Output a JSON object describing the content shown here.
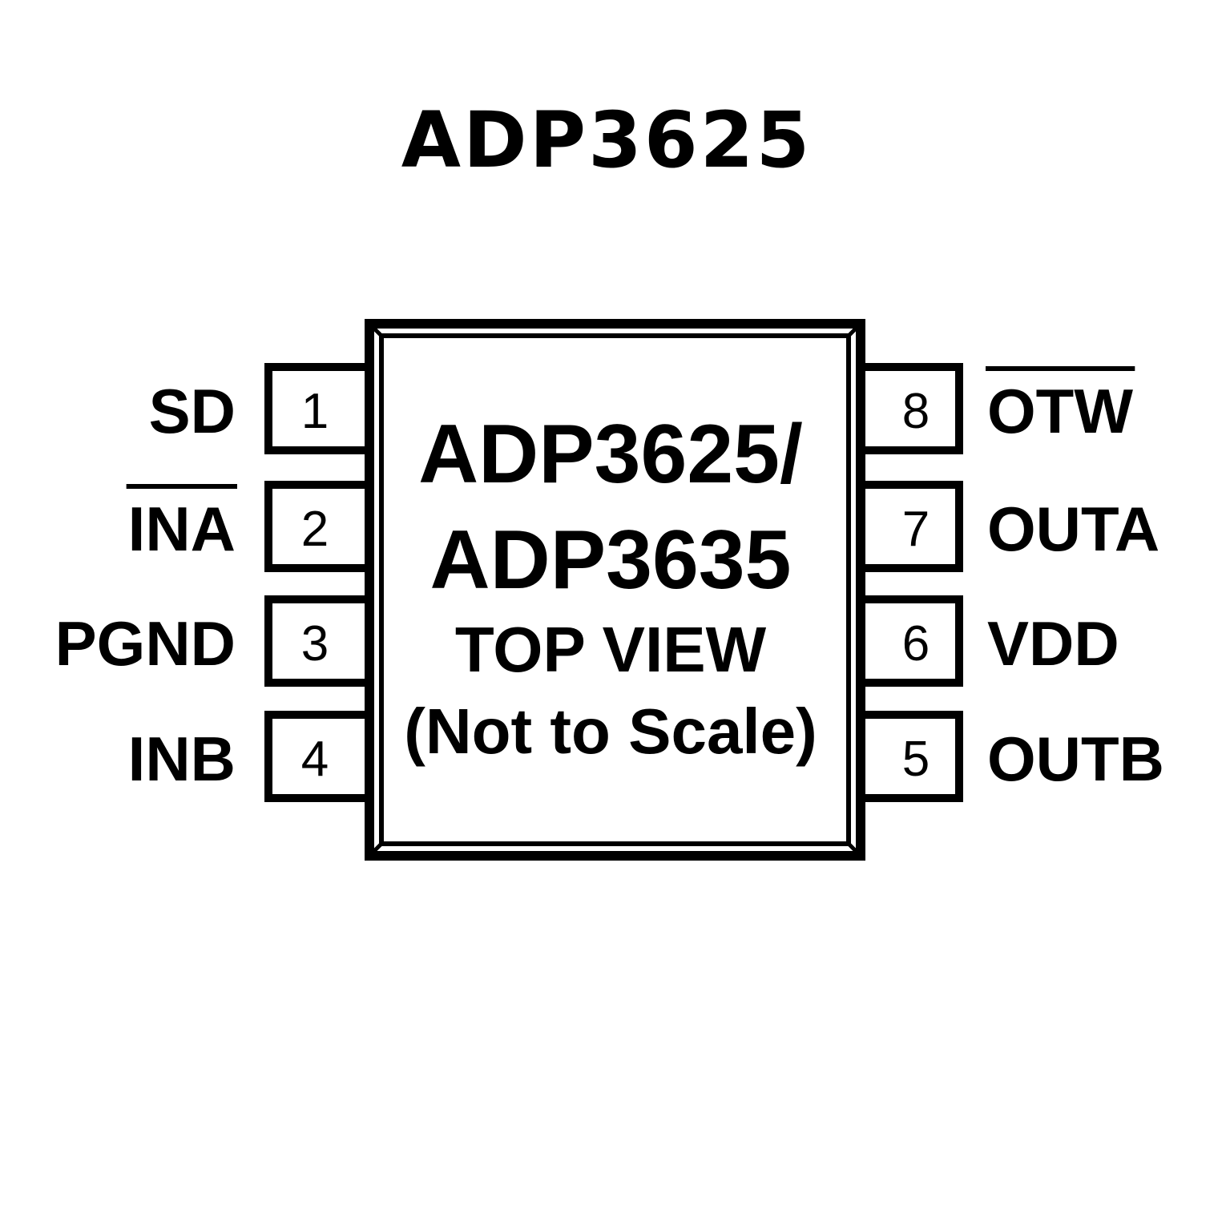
{
  "title": "ADP3625",
  "chip": {
    "line1": "ADP3625/",
    "line2": "ADP3635",
    "line3": "TOP VIEW",
    "line4": "(Not to Scale)"
  },
  "pins": {
    "left": [
      {
        "number": "1",
        "name": "SD",
        "active_low": false
      },
      {
        "number": "2",
        "name": "INA",
        "active_low": true
      },
      {
        "number": "3",
        "name": "PGND",
        "active_low": false
      },
      {
        "number": "4",
        "name": "INB",
        "active_low": false
      }
    ],
    "right": [
      {
        "number": "8",
        "name": "OTW",
        "active_low": true
      },
      {
        "number": "7",
        "name": "OUTA",
        "active_low": false
      },
      {
        "number": "6",
        "name": "VDD",
        "active_low": false
      },
      {
        "number": "5",
        "name": "OUTB",
        "active_low": false
      }
    ]
  }
}
